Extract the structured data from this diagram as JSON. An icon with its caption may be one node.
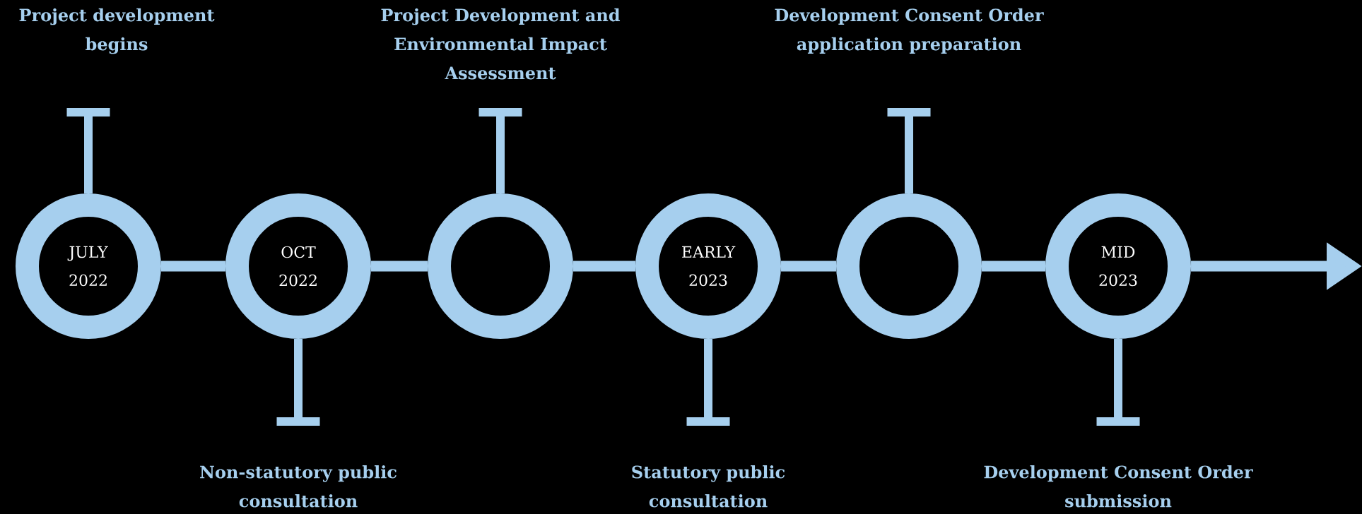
{
  "diagram": {
    "nodes": [
      {
        "text": [
          "JULY 2022"
        ]
      },
      {
        "text": [
          "OCT 2022"
        ]
      },
      {
        "text": [],
        "shape": "circle"
      },
      {
        "text": [
          "EARLY 2023"
        ]
      },
      {
        "text": [],
        "shape": "circle"
      },
      {
        "text": [
          "MID 2023"
        ]
      },
      {
        "text": [
          "Project development begins"
        ]
      },
      {
        "text": [
          "Non-statutory public consultation"
        ]
      },
      {
        "text": [
          "Project Development and Environmental Impact Assessment"
        ]
      },
      {
        "text": [
          "Statutory public consultation"
        ]
      },
      {
        "text": [
          "Development Consent Order application preparation"
        ]
      },
      {
        "text": [
          "Development Consent Order submission"
        ]
      }
    ],
    "edges": [
      {
        "from": 0,
        "to": 1,
        "arrow": "none"
      },
      {
        "from": 1,
        "to": 2,
        "arrow": "none"
      },
      {
        "from": 2,
        "to": 3,
        "arrow": "none"
      },
      {
        "from": 3,
        "to": 4,
        "arrow": "none"
      },
      {
        "from": 4,
        "to": 5,
        "arrow": "none"
      },
      {
        "from": 5,
        "to": null,
        "arrow": "to"
      },
      {
        "from": 0,
        "to": 6,
        "arrow": "other"
      },
      {
        "from": 1,
        "to": 7,
        "arrow": "other"
      },
      {
        "from": 2,
        "to": 8,
        "arrow": "other"
      },
      {
        "from": 3,
        "to": 9,
        "arrow": "other"
      },
      {
        "from": 4,
        "to": 10,
        "arrow": "other"
      },
      {
        "from": 5,
        "to": 11,
        "arrow": "other"
      }
    ]
  }
}
